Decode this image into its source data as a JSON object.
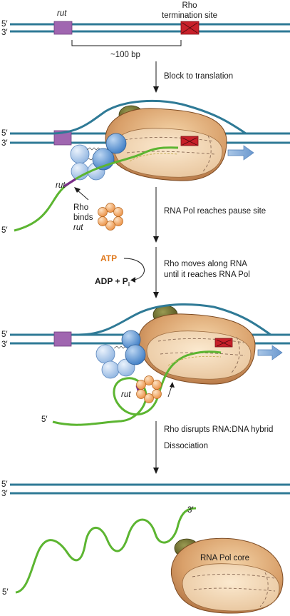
{
  "figure": {
    "top_dna": {
      "strand_5": "5′",
      "strand_3": "3′",
      "rut_label": "rut",
      "termination_label_line1": "Rho",
      "termination_label_line2": "termination site",
      "distance_label": "~100 bp"
    },
    "steps": {
      "step1": "Block to translation",
      "step2": "RNA Pol reaches pause site",
      "step3_line1": "Rho moves along RNA",
      "step3_line2": "until it reaches RNA Pol",
      "step4": "Rho disrupts RNA:DNA hybrid",
      "step5": "Dissociation"
    },
    "panel2": {
      "strand_5": "5′",
      "strand_3": "3′",
      "rut_label": "rut",
      "rho_binds_line1": "Rho",
      "rho_binds_line2": "binds",
      "rho_binds_line3": "rut",
      "rna_5": "5′"
    },
    "atp_cycle": {
      "atp": "ATP",
      "adp": "ADP + P",
      "adp_sub": "i"
    },
    "panel3": {
      "strand_5": "5′",
      "strand_3": "3′",
      "rut_label": "rut",
      "rna_5": "5′"
    },
    "panel4": {
      "strand_5": "5′",
      "strand_3": "3′",
      "rna_3": "3′",
      "rna_5": "5′",
      "rnap_label": "RNA Pol core"
    },
    "colors": {
      "dna": "#2f7a96",
      "rna": "#5cb531",
      "rut_box": "#a066b0",
      "term_box": "#c8202a",
      "polymerase": "#c98f55",
      "sigma": "#6b6b2a",
      "ribosome": "#6fa0d8",
      "rho": "#f2a45c",
      "atp": "#e07a1f",
      "arrow": "#7fa9d4"
    }
  }
}
